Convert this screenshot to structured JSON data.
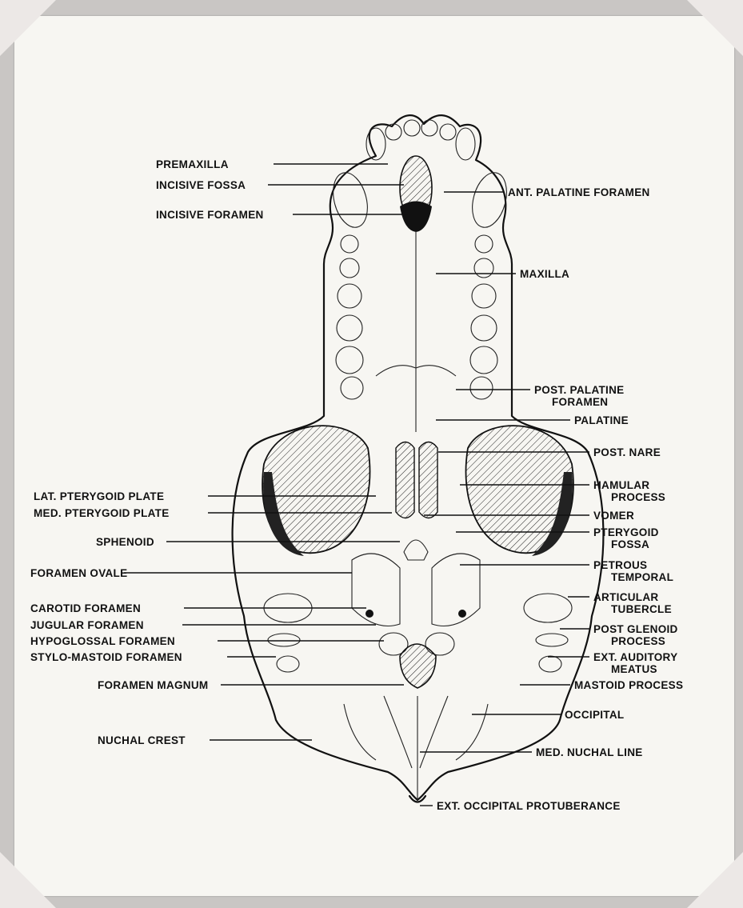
{
  "labels_left": [
    {
      "id": "premaxilla",
      "text": "PREMAXILLA"
    },
    {
      "id": "incisive-fossa",
      "text": "INCISIVE FOSSA"
    },
    {
      "id": "incisive-foramen",
      "text": "INCISIVE FORAMEN"
    },
    {
      "id": "lat-pterygoid-plate",
      "text": "LAT. PTERYGOID PLATE"
    },
    {
      "id": "med-pterygoid-plate",
      "text": "MED. PTERYGOID PLATE"
    },
    {
      "id": "sphenoid",
      "text": "SPHENOID"
    },
    {
      "id": "foramen-ovale",
      "text": "FORAMEN OVALE"
    },
    {
      "id": "carotid-foramen",
      "text": "CAROTID FORAMEN"
    },
    {
      "id": "jugular-foramen",
      "text": "JUGULAR FORAMEN"
    },
    {
      "id": "hypoglossal-foramen",
      "text": "HYPOGLOSSAL FORAMEN"
    },
    {
      "id": "stylo-mastoid-foramen",
      "text": "STYLO-MASTOID FORAMEN"
    },
    {
      "id": "foramen-magnum",
      "text": "FORAMEN MAGNUM"
    },
    {
      "id": "nuchal-crest",
      "text": "NUCHAL CREST"
    }
  ],
  "labels_right": [
    {
      "id": "ant-palatine-foramen",
      "text": "ANT. PALATINE FORAMEN"
    },
    {
      "id": "maxilla",
      "text": "MAXILLA"
    },
    {
      "id": "post-palatine-foramen",
      "lines": [
        "POST. PALATINE",
        "FORAMEN"
      ]
    },
    {
      "id": "palatine",
      "text": "PALATINE"
    },
    {
      "id": "post-nare",
      "text": "POST. NARE"
    },
    {
      "id": "hamular-process",
      "lines": [
        "HAMULAR",
        "PROCESS"
      ]
    },
    {
      "id": "vomer",
      "text": "VOMER"
    },
    {
      "id": "pterygoid-fossa",
      "lines": [
        "PTERYGOID",
        "FOSSA"
      ]
    },
    {
      "id": "petrous-temporal",
      "lines": [
        "PETROUS",
        "TEMPORAL"
      ]
    },
    {
      "id": "articular-tubercle",
      "lines": [
        "ARTICULAR",
        "TUBERCLE"
      ]
    },
    {
      "id": "post-glenoid-process",
      "lines": [
        "POST GLENOID",
        "PROCESS"
      ]
    },
    {
      "id": "ext-auditory-meatus",
      "lines": [
        "EXT. AUDITORY",
        "MEATUS"
      ]
    },
    {
      "id": "mastoid-process",
      "text": "MASTOID PROCESS"
    },
    {
      "id": "occipital",
      "text": "OCCIPITAL"
    },
    {
      "id": "med-nuchal-line",
      "text": "MED. NUCHAL LINE"
    },
    {
      "id": "ext-occipital-protuberance",
      "text": "EXT. OCCIPITAL PROTUBERANCE"
    }
  ],
  "colors": {
    "background": "#c9c6c4",
    "paper": "#f7f6f2",
    "ink": "#111111",
    "corner": "#ece8e6"
  }
}
